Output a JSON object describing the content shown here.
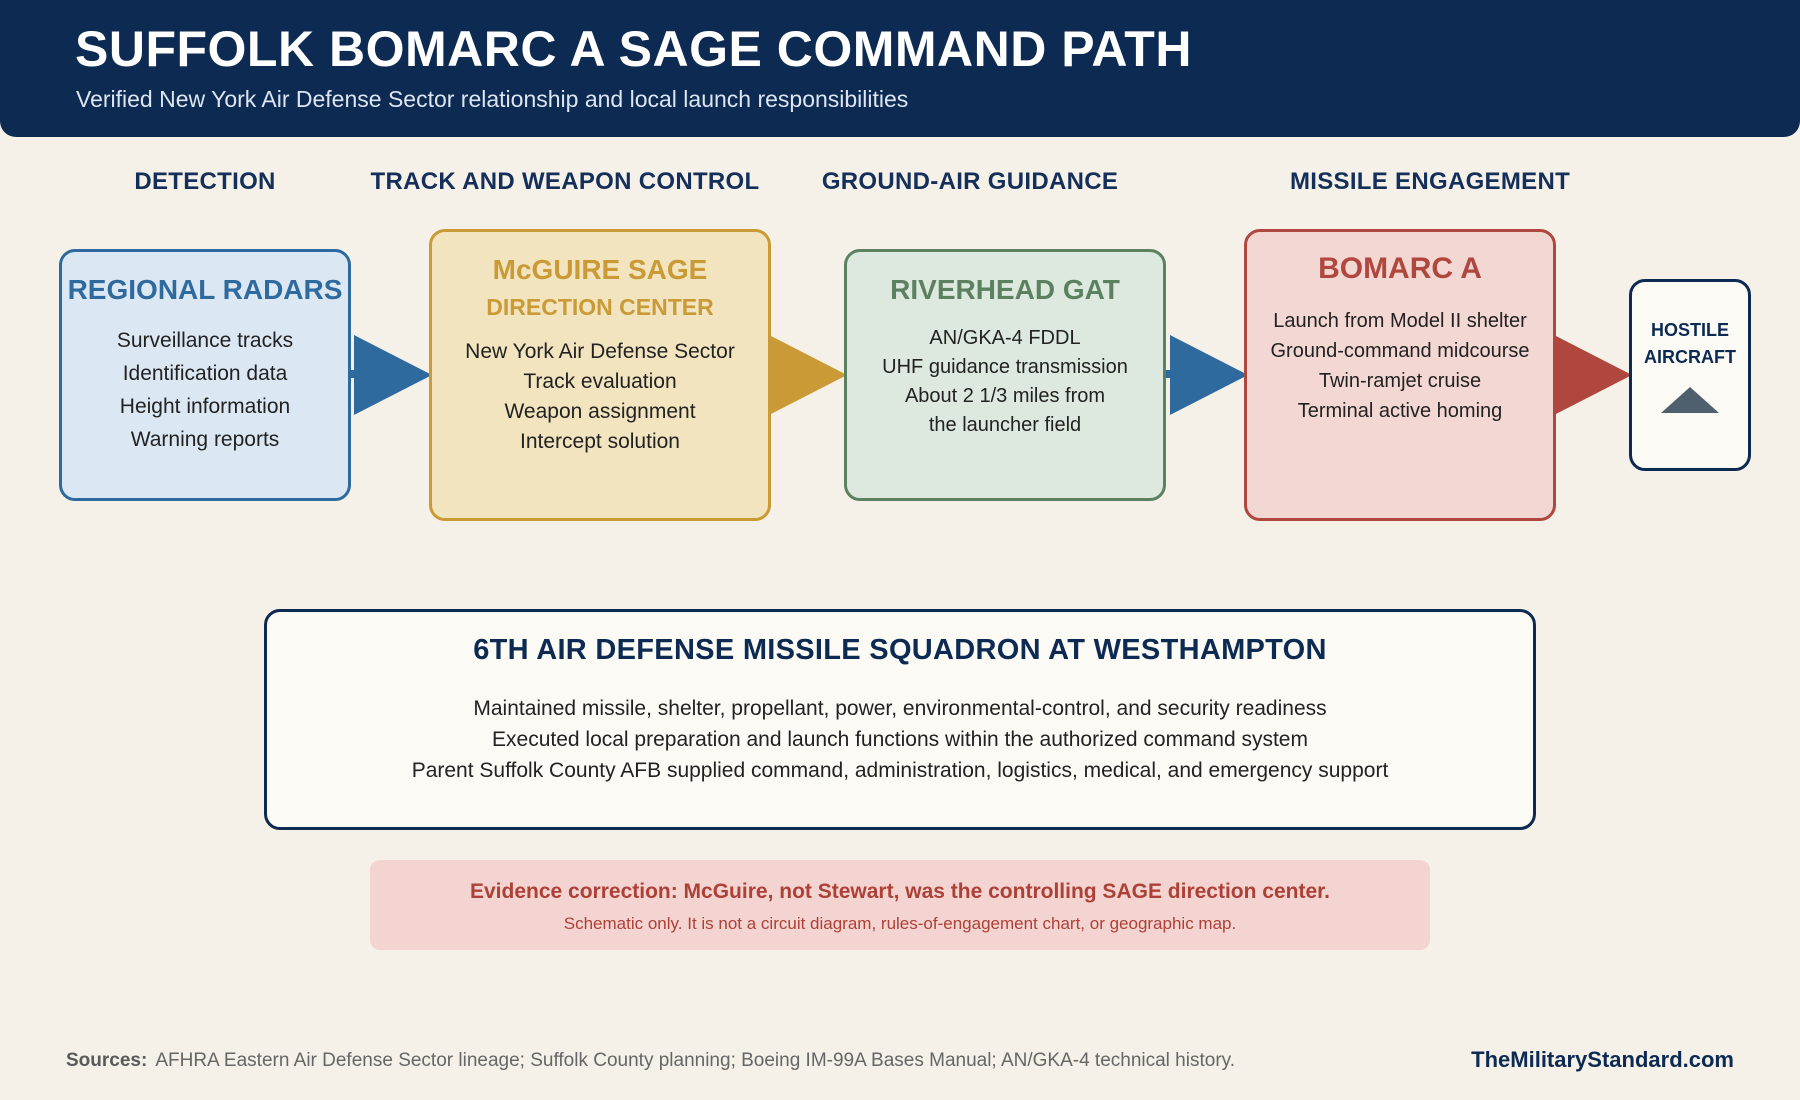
{
  "header": {
    "title": "SUFFOLK BOMARC A SAGE COMMAND PATH",
    "subtitle": "Verified New York Air Defense Sector relationship and local launch responsibilities"
  },
  "stages": [
    "DETECTION",
    "TRACK AND WEAPON CONTROL",
    "GROUND-AIR GUIDANCE",
    "MISSILE ENGAGEMENT"
  ],
  "nodes": {
    "radars": {
      "title": "REGIONAL RADARS",
      "lines": [
        "Surveillance tracks",
        "Identification data",
        "Height information",
        "Warning reports"
      ],
      "color": "#2f6a9e",
      "fill": "#dbe8f4"
    },
    "sage": {
      "title": "McGUIRE SAGE",
      "subtitle": "DIRECTION CENTER",
      "lines": [
        "New York Air Defense Sector",
        "Track evaluation",
        "Weapon assignment",
        "Intercept solution"
      ],
      "color": "#c99a35",
      "fill": "#f3e4c0"
    },
    "gat": {
      "title": "RIVERHEAD GAT",
      "lines": [
        "AN/GKA-4 FDDL",
        "UHF guidance transmission",
        "About 2 1/3 miles from",
        "the launcher field"
      ],
      "color": "#5c8161",
      "fill": "#dde9de"
    },
    "bomarc": {
      "title": "BOMARC A",
      "lines": [
        "Launch from Model II shelter",
        "Ground-command midcourse",
        "Twin-ramjet cruise",
        "Terminal active homing"
      ],
      "color": "#b0473f",
      "fill": "#f3d7d2"
    },
    "target": {
      "title_line1": "HOSTILE",
      "title_line2": "AIRCRAFT",
      "color": "#0c2a52",
      "fill": "#fcfaf4"
    }
  },
  "squadron": {
    "title": "6TH AIR DEFENSE MISSILE SQUADRON AT WESTHAMPTON",
    "lines": [
      "Maintained missile, shelter, propellant, power, environmental-control, and security readiness",
      "Executed local preparation and launch functions within the authorized command system",
      "Parent Suffolk County AFB supplied command, administration, logistics, medical, and emergency support"
    ]
  },
  "note": {
    "headline": "Evidence correction: McGuire, not Stewart, was the controlling SAGE direction center.",
    "detail": "Schematic only. It is not a circuit diagram, rules-of-engagement chart, or geographic map."
  },
  "footer": {
    "label": "Sources:",
    "text": "AFHRA Eastern Air Defense Sector lineage; Suffolk County planning; Boeing IM-99A Bases Manual; AN/GKA-4 technical history.",
    "brand": "TheMilitaryStandard.com"
  },
  "colors": {
    "navy": "#0c2a52",
    "blue": "#2f6a9e",
    "gold": "#c99a35",
    "red": "#b0473f",
    "green": "#5c8161"
  }
}
